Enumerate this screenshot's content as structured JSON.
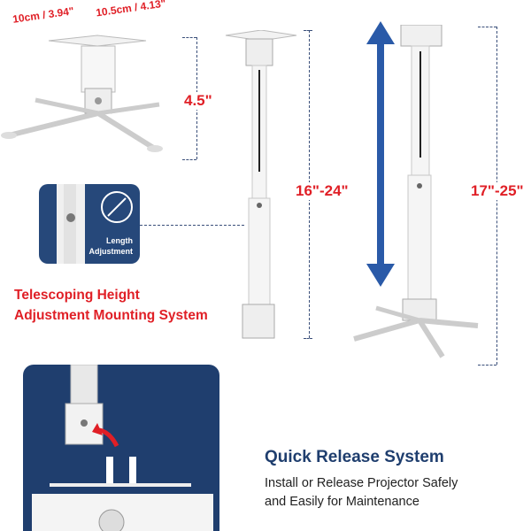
{
  "dimensions": {
    "plate_width_a": "10cm / 3.94\"",
    "plate_width_b": "10.5cm / 4.13\"",
    "mount_height": "4.5\"",
    "short_extension": "16\"-24\"",
    "long_extension": "17\"-25\""
  },
  "callout": {
    "label_line1": "Length",
    "label_line2": "Adjustment"
  },
  "telescoping": {
    "line1": "Telescoping Height",
    "line2": "Adjustment Mounting System"
  },
  "quick_release": {
    "title": "Quick Release System",
    "desc_line1": "Install or Release Projector Safely",
    "desc_line2": "and Easily for Maintenance"
  },
  "colors": {
    "accent_red": "#e01f26",
    "navy": "#1f3e6e",
    "arrow_blue": "#2a5aa8"
  }
}
